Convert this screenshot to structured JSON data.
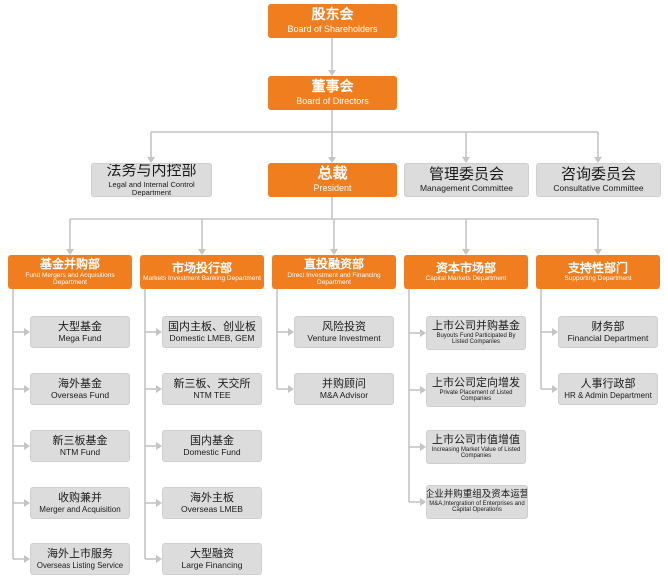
{
  "colors": {
    "orange": "#f07d1e",
    "grey_box": "#dcdcdc",
    "line": "#c4c4c4"
  },
  "shareholders": {
    "zh": "股东会",
    "en": "Board of Shareholders"
  },
  "directors": {
    "zh": "董事会",
    "en": "Board of Directors"
  },
  "legal": {
    "zh": "法务与内控部",
    "en": "Legal and Internal Control Department"
  },
  "president": {
    "zh": "总裁",
    "en": "President"
  },
  "management": {
    "zh": "管理委员会",
    "en": "Management Committee"
  },
  "consultative": {
    "zh": "咨询委员会",
    "en": "Consultative Committee"
  },
  "departments": [
    {
      "zh": "基金并购部",
      "en": "Fund Mergers and Acquisitions Department",
      "children": [
        {
          "zh": "大型基金",
          "en": "Mega Fund"
        },
        {
          "zh": "海外基金",
          "en": "Overseas Fund"
        },
        {
          "zh": "新三板基金",
          "en": "NTM Fund"
        },
        {
          "zh": "收购兼并",
          "en": "Merger and Acquisition"
        },
        {
          "zh": "海外上市服务",
          "en": "Overseas Listing Service"
        }
      ]
    },
    {
      "zh": "市场投行部",
      "en": "Markets Investment Banking Department",
      "children": [
        {
          "zh": "国内主板、创业板",
          "en": "Domestic LMEB, GEM"
        },
        {
          "zh": "新三板、天交所",
          "en": "NTM TEE"
        },
        {
          "zh": "国内基金",
          "en": "Domestic Fund"
        },
        {
          "zh": "海外主板",
          "en": "Overseas LMEB"
        },
        {
          "zh": "大型融资",
          "en": "Large Financing"
        }
      ]
    },
    {
      "zh": "直投融资部",
      "en": "Direct Investment and Financing Department",
      "children": [
        {
          "zh": "风险投资",
          "en": "Venture Investment"
        },
        {
          "zh": "并购顾问",
          "en": "M&A Advisor"
        }
      ]
    },
    {
      "zh": "资本市场部",
      "en": "Capital Markets Department",
      "children": [
        {
          "zh": "上市公司并购基金",
          "en": "Buyouts Fund Participated By Listed Companies"
        },
        {
          "zh": "上市公司定向增发",
          "en": "Private Placement of Listed Companies"
        },
        {
          "zh": "上市公司市值增值",
          "en": "Increasing Market Value of Listed Companies"
        },
        {
          "zh": "企业并购重组及资本运营",
          "en": "M&A,Intergration of Enterprises and Capital Operations"
        }
      ]
    },
    {
      "zh": "支持性部门",
      "en": "Supporting Department",
      "children": [
        {
          "zh": "财务部",
          "en": "Financial Department"
        },
        {
          "zh": "人事行政部",
          "en": "HR & Admin Department"
        }
      ]
    }
  ]
}
